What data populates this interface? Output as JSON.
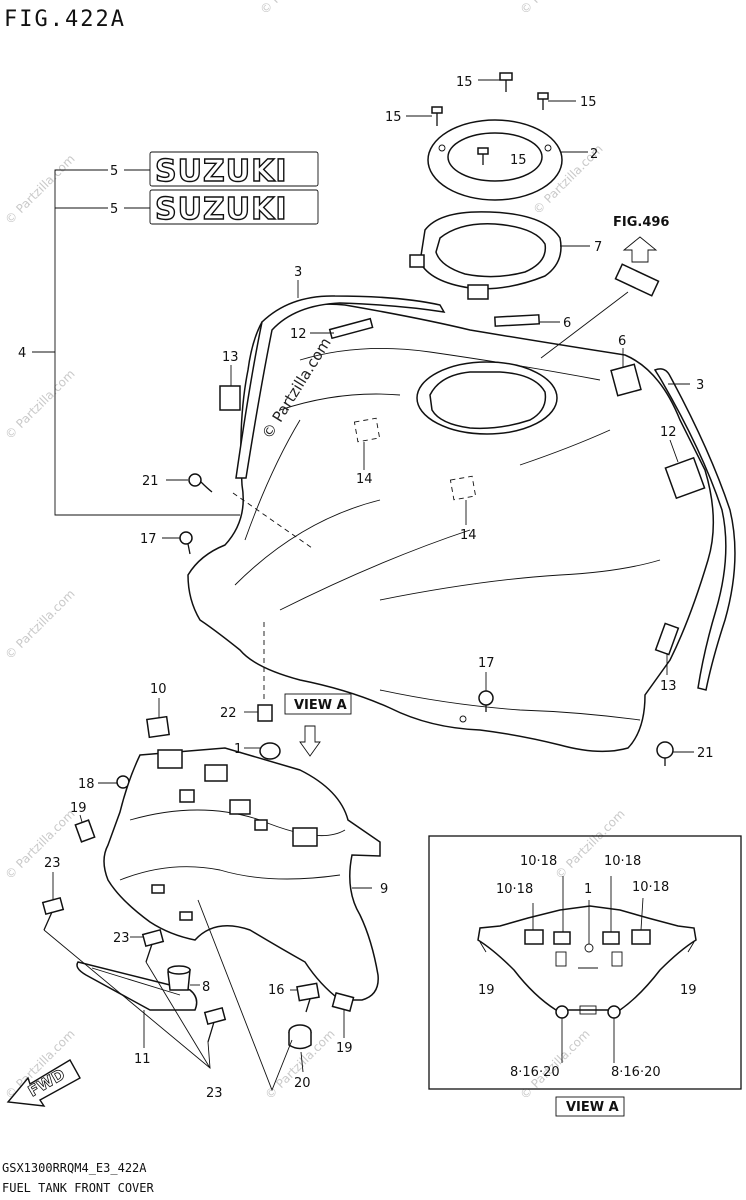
{
  "title": "FIG.422A",
  "footer": {
    "code": "GSX1300RRQM4_E3_422A",
    "caption": "FUEL TANK FRONT COVER"
  },
  "watermark": {
    "main": "© Partzilla.com",
    "repeat": "© Partzilla.com"
  },
  "logos": [
    "SUZUKI",
    "SUZUKI"
  ],
  "refs": {
    "fig": "FIG.496",
    "view_a": "VIEW A"
  },
  "fwd": "FWD",
  "labels": {
    "l1": "1",
    "l2": "2",
    "l3a": "3",
    "l3b": "3",
    "l4": "4",
    "l5a": "5",
    "l5b": "5",
    "l6a": "6",
    "l6b": "6",
    "l7": "7",
    "l8": "8",
    "l9": "9",
    "l10": "10",
    "l11": "11",
    "l12a": "12",
    "l12b": "12",
    "l13a": "13",
    "l13b": "13",
    "l14a": "14",
    "l14b": "14",
    "l15a": "15",
    "l15b": "15",
    "l15c": "15",
    "l15d": "15",
    "l16": "16",
    "l17a": "17",
    "l17b": "17",
    "l18": "18",
    "l19a": "19",
    "l19b": "19",
    "l20": "20",
    "l21a": "21",
    "l21b": "21",
    "l22": "22",
    "l23a": "23",
    "l23b": "23",
    "l23c": "23"
  },
  "inset_labels": {
    "a": "10·18",
    "b": "10·18",
    "c": "10·18",
    "d": "10·18",
    "one": "1",
    "l19a": "19",
    "l19b": "19",
    "e": "8·16·20",
    "f": "8·16·20"
  }
}
